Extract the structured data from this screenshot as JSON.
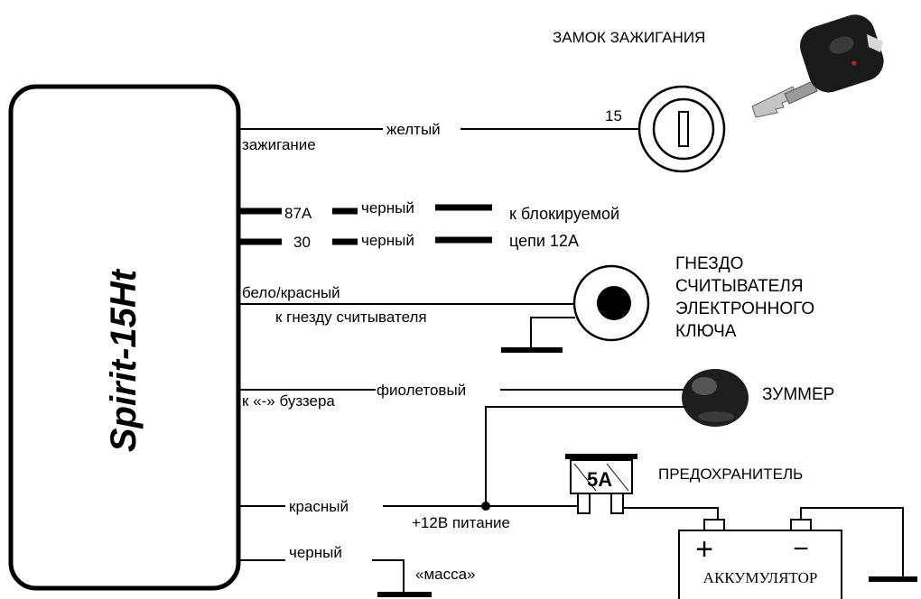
{
  "unit": {
    "name": "Spirit-15Ht"
  },
  "wires": {
    "ignition": {
      "left_label": "зажигание",
      "color": "желтый",
      "pin": "15"
    },
    "relay_87a": {
      "pin": "87A",
      "color": "черный",
      "target": "к блокируемой"
    },
    "relay_30": {
      "pin": "30",
      "color": "черный",
      "target": "цепи 12А"
    },
    "reader": {
      "color": "бело/красный",
      "sub": "к гнезду считывателя"
    },
    "buzzer": {
      "left_label": "к «-» буззера",
      "color": "фиолетовый"
    },
    "power": {
      "color": "красный",
      "sub": "+12В питание"
    },
    "ground": {
      "color": "черный",
      "sub": "«масса»"
    }
  },
  "components": {
    "ignition_lock": "ЗАМОК ЗАЖИГАНИЯ",
    "reader_socket": [
      "ГНЕЗДО",
      "СЧИТЫВАТЕЛЯ",
      "ЭЛЕКТРОННОГО",
      "КЛЮЧА"
    ],
    "buzzer": "ЗУММЕР",
    "fuse": {
      "title": "ПРЕДОХРАНИТЕЛЬ",
      "rating": "5А"
    },
    "battery": {
      "label": "АККУМУЛЯТОР",
      "plus": "+",
      "minus": "−"
    }
  },
  "colors": {
    "line": "#000000",
    "background": "#ffffff"
  },
  "icons": [
    "car-key-icon",
    "buzzer-icon"
  ]
}
